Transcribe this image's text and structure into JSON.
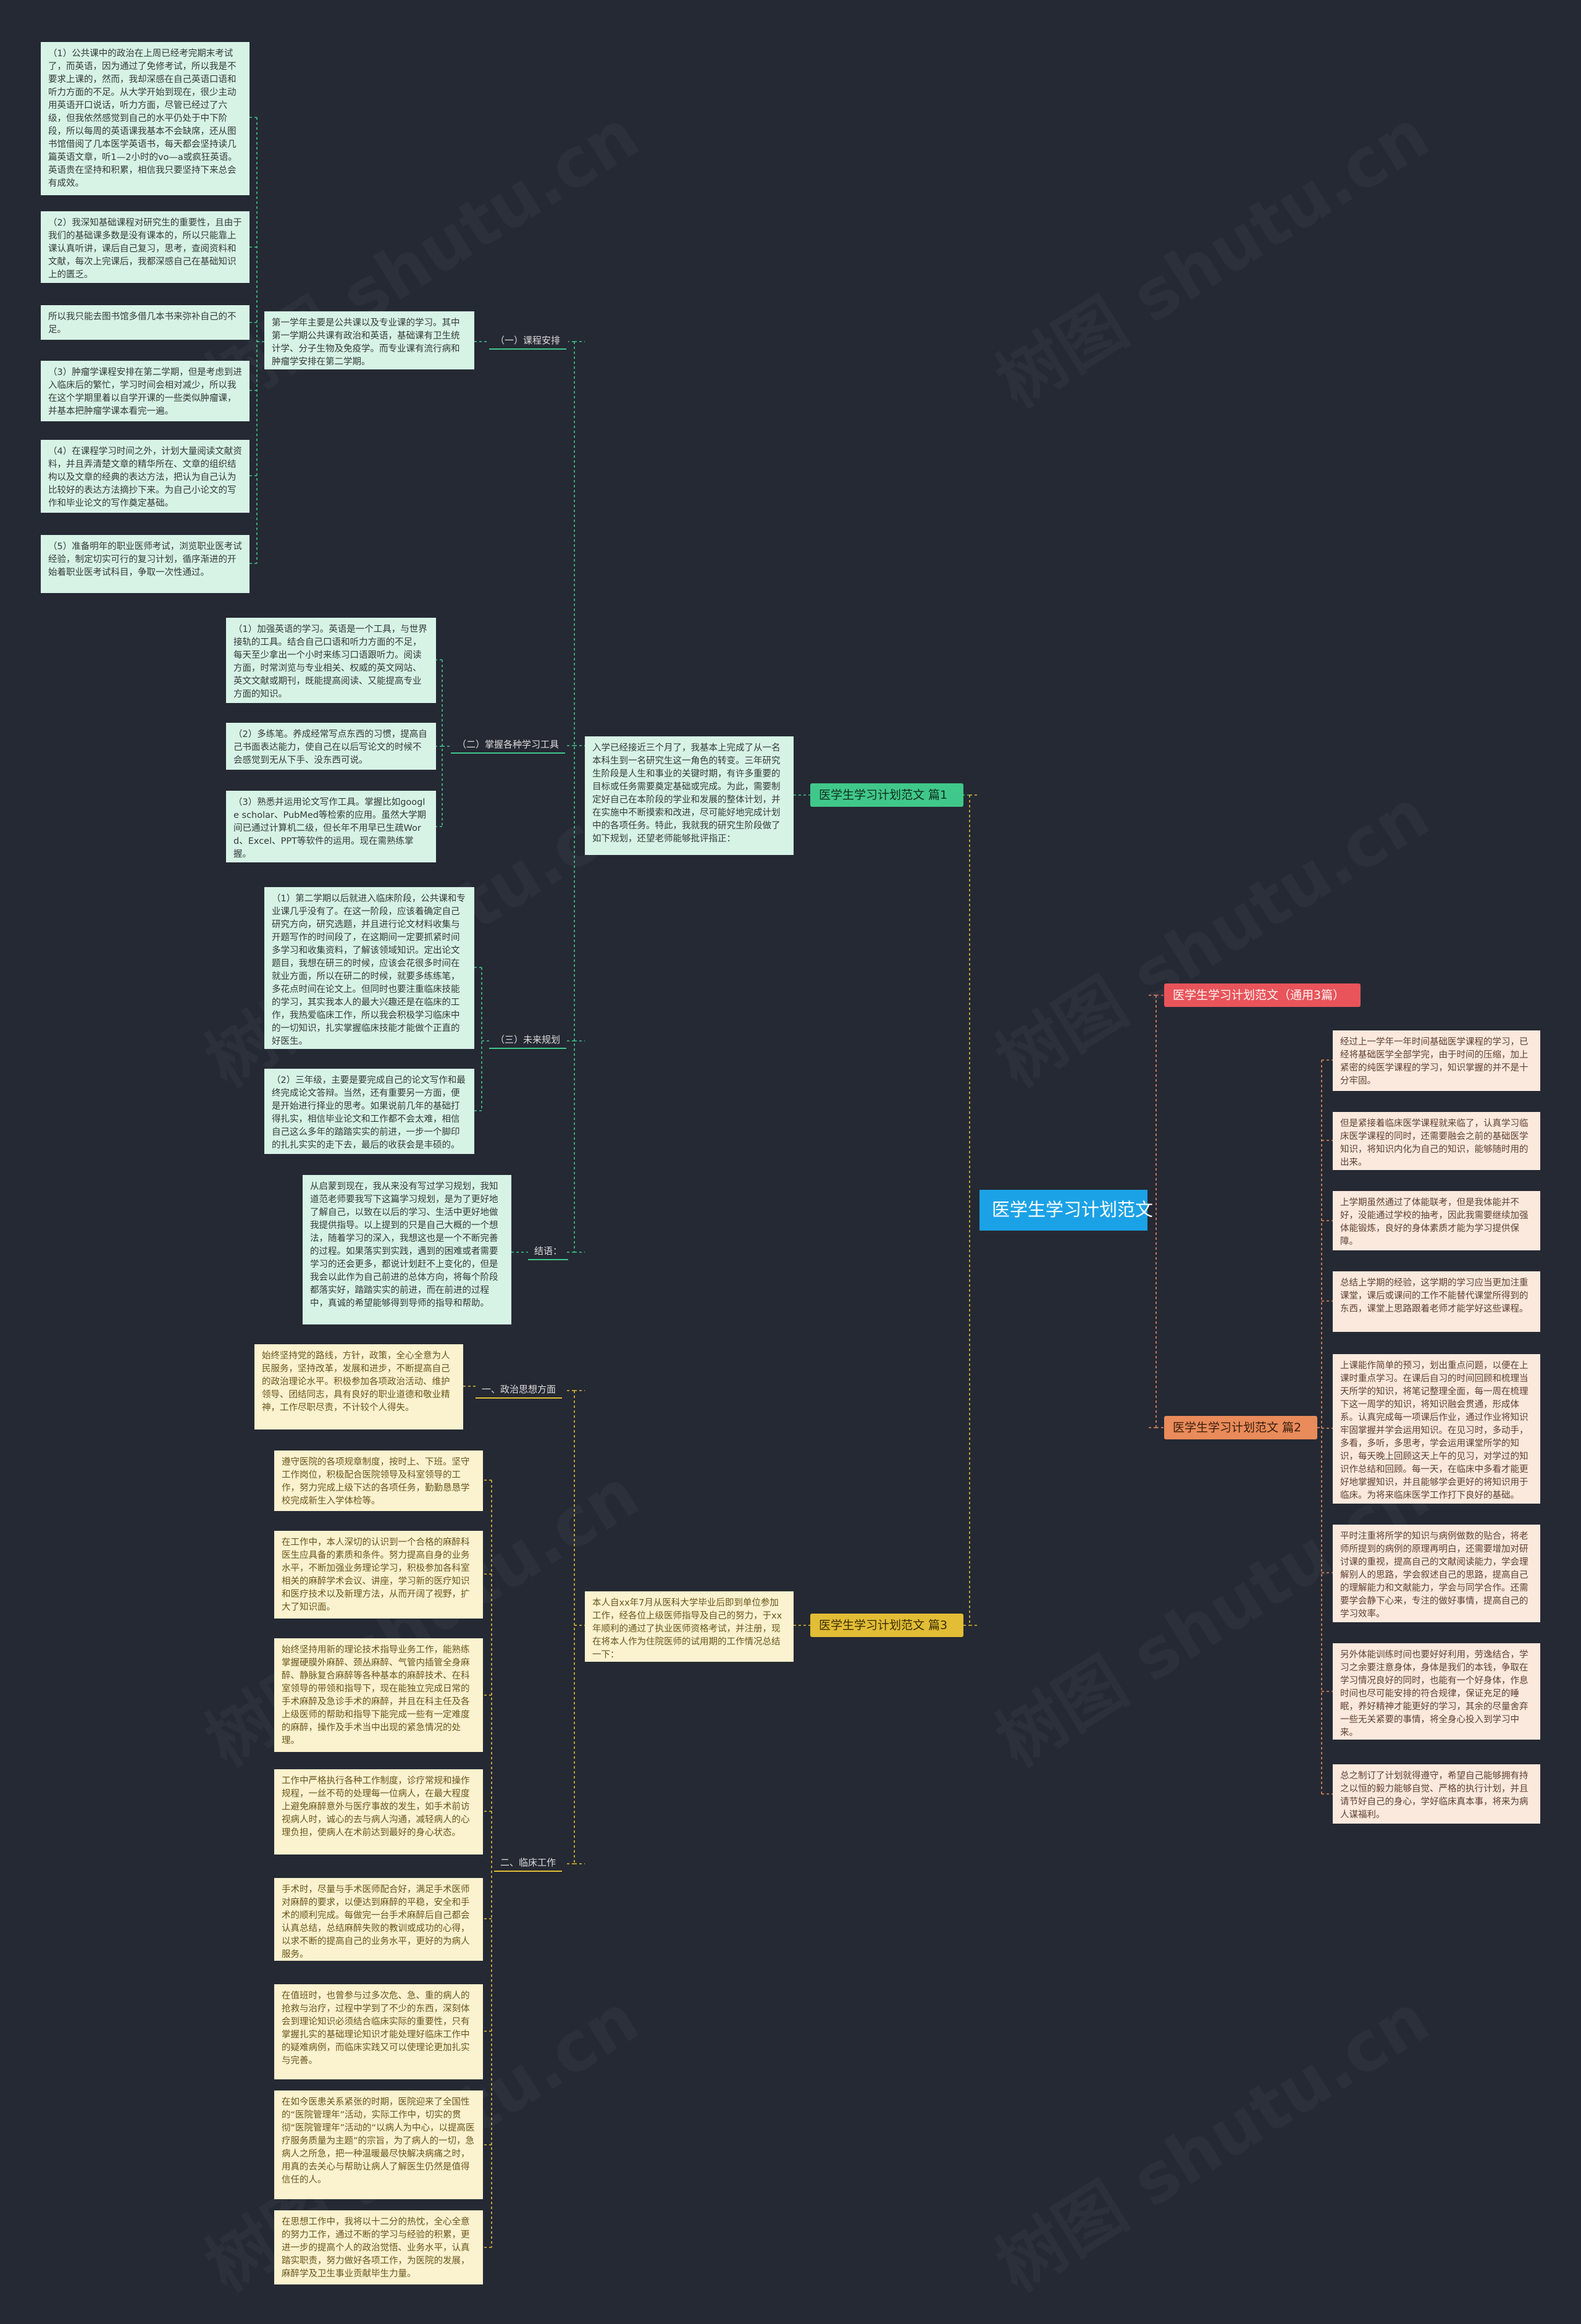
{
  "root": "医学生学习计划范文",
  "colors": {
    "background": "#252933",
    "root": "#1ba2e6",
    "green": "#40c88a",
    "orange": "#e98b5a",
    "red": "#e8545a",
    "yellow": "#e2bd35"
  },
  "watermark": "树图 shutu.cn",
  "branches": {
    "intro": {
      "title": "医学生学习计划范文（通用3篇）"
    },
    "p1": {
      "title": "医学生学习计划范文 篇1",
      "summary": "入学已经接近三个月了，我基本上完成了从一名本科生到一名研究生这一角色的转变。三年研究生阶段是人生和事业的关键时期，有许多重要的目标或任务需要奠定基础或完成。为此，需要制定好自己在本阶段的学业和发展的整体计划，并在实施中不断摸索和改进，尽可能好地完成计划中的各项任务。特此，我就我的研究生阶段做了如下规划，还望老师能够批评指正：",
      "sub1": {
        "label": "（一）课程安排",
        "desc": "第一学年主要是公共课以及专业课的学习。其中第一学期公共课有政治和英语，基础课有卫生统计学、分子生物及免疫学。而专业课有流行病和肿瘤学安排在第二学期。",
        "items": [
          "（1）公共课中的政治在上周已经考完期末考试了，而英语，因为通过了免修考试，所以我是不要求上课的，然而，我却深感在自己英语口语和听力方面的不足。从大学开始到现在，很少主动用英语开口说话，听力方面，尽管已经过了六级，但我依然感觉到自己的水平仍处于中下阶段，所以每周的英语课我基本不会缺席，还从图书馆借阅了几本医学英语书，每天都会坚持读几篇英语文章，听1—2小时的vo—a或疯狂英语。英语贵在坚持和积累，相信我只要坚持下来总会有成效。",
          "（2）我深知基础课程对研究生的重要性，且由于我们的基础课多数是没有课本的，所以只能靠上课认真听讲，课后自己复习，思考，查阅资料和文献，每次上完课后，我都深感自己在基础知识上的匮乏。",
          "所以我只能去图书馆多借几本书来弥补自己的不足。",
          "（3）肿瘤学课程安排在第二学期，但是考虑到进入临床后的繁忙，学习时间会相对减少，所以我在这个学期里着以自学开课的一些类似肿瘤课，并基本把肿瘤学课本看完一遍。",
          "（4）在课程学习时间之外，计划大量阅读文献资料，并且弄清楚文章的精华所在、文章的组织结构以及文章的经典的表达方法，把认为自己认为比较好的表达方法摘抄下来。为自己小论文的写作和毕业论文的写作奠定基础。",
          "（5）准备明年的职业医师考试，浏览职业医考试经验，制定切实可行的复习计划，循序渐进的开始着职业医考试科目，争取一次性通过。"
        ]
      },
      "sub2": {
        "label": "（二）掌握各种学习工具",
        "items": [
          "（1）加强英语的学习。英语是一个工具，与世界接轨的工具。结合自己口语和听力方面的不足，每天至少拿出一个小时来练习口语跟听力。阅读方面，时常浏览与专业相关、权威的英文网站、英文文献或期刊，既能提高阅读、又能提高专业方面的知识。",
          "（2）多练笔。养成经常写点东西的习惯，提高自己书面表达能力，使自己在以后写论文的时候不会感觉到无从下手、没东西可说。",
          "（3）熟悉并运用论文写作工具。掌握比如google scholar、PubMed等检索的应用。虽然大学期间已通过计算机二级，但长年不用早已生疏Word、Excel、PPT等软件的运用。现在需熟练掌握。"
        ]
      },
      "sub3": {
        "label": "（三）未来规划",
        "items": [
          "（1）第二学期以后就进入临床阶段，公共课和专业课几乎没有了。在这一阶段，应该着确定自己研究方向，研究选题，并且进行论文材料收集与开题写作的时间段了，在这期间一定要抓紧时间多学习和收集资料，了解该领域知识。定出论文题目，我想在研三的时候，应该会花很多时间在就业方面，所以在研二的时候，就要多练练笔，多花点时间在论文上。但同时也要注重临床技能的学习，其实我本人的最大兴趣还是在临床的工作，我热爱临床工作，所以我会积极学习临床中的一切知识，扎实掌握临床技能才能做个正直的好医生。",
          "（2）三年级，主要是要完成自己的论文写作和最终完成论文答辩。当然，还有重要另一方面，便是开始进行择业的思考。如果说前几年的基础打得扎实，相信毕业论文和工作都不会太难，相信自己这么多年的踏踏实实的前进，一步一个脚印的扎扎实实的走下去，最后的收获会是丰硕的。"
        ]
      },
      "sub4": {
        "label": "结语：",
        "desc": "从启蒙到现在，我从来没有写过学习规划，我知道范老师要我写下这篇学习规划，是为了更好地了解自己，以致在以后的学习、生活中更好地做我提供指导。以上提到的只是自己大概的一个想法，随着学习的深入，我想这也是一个不断完善的过程。如果落实到实践，遇到的困难或者需要学习的还会更多，都说计划赶不上变化的，但是我会以此作为自己前进的总体方向，将每个阶段都落实好，踏踏实实的前进，而在前进的过程中，真诚的希望能够得到导师的指导和帮助。"
      }
    },
    "p2": {
      "title": "医学生学习计划范文 篇2",
      "items": [
        "经过上一学年一年时间基础医学课程的学习，已经将基础医学全部学完，由于时间的压缩，加上紧密的纯医学课程的学习，知识掌握的并不是十分牢固。",
        "但是紧接着临床医学课程就来临了，认真学习临床医学课程的同时，还需要融会之前的基础医学知识，将知识内化为自己的知识，能够随时用的出来。",
        "上学期虽然通过了体能联考，但是我体能并不好，没能通过学校的抽考，因此我需要继续加强体能锻炼，良好的身体素质才能为学习提供保障。",
        "总结上学期的经验，这学期的学习应当更加注重课堂，课后或课间的工作不能替代课堂所得到的东西，课堂上思路跟着老师才能学好这些课程。",
        "上课能作简单的预习，划出重点问题，以便在上课时重点学习。在课后自习的时间回顾和梳理当天所学的知识，将笔记整理全面，每一周在梳理下这一周学的知识，将知识融会贯通，形成体系。认真完成每一项课后作业，通过作业将知识牢固掌握并学会运用知识。在见习时，多动手，多看，多听，多思考，学会运用课堂所学的知识，每天晚上回顾这天上午的见习，对学过的知识作总结和回顾。每一天，在临床中多看才能更好地掌握知识，并且能够学会更好的将知识用于临床。为将来临床医学工作打下良好的基础。",
        "平时注重将所学的知识与病例做数的贴合，将老师所提到的病例的原理再明白，还需要增加对研讨课的重视，提高自己的文献阅读能力，学会理解别人的思路，学会叙述自己的思路，提高自己的理解能力和文献能力，学会与同学合作。还需要学会静下心来，专注的做好事情，提高自己的学习效率。",
        "另外体能训练时间也要好好利用，劳逸结合，学习之余要注意身体，身体是我们的本钱，争取在学习情况良好的同时，也能有一个好身体，作息时间也尽可能安排的符合规律，保证充足的睡眠，养好精神才能更好的学习，其余的尽量舍弃一些无关紧要的事情，将全身心投入到学习中来。",
        "总之制订了计划就得遵守，希望自己能够拥有持之以恒的毅力能够自觉、严格的执行计划，并且请节好自己的身心，学好临床真本事，将来为病人谋福利。"
      ]
    },
    "p3": {
      "title": "医学生学习计划范文 篇3",
      "summary": "本人自xx年7月从医科大学毕业后即到单位参加工作，经各位上级医师指导及自己的努力，于xx年顺利的通过了执业医师资格考试，并注册，现在将本人作为住院医师的试用期的工作情况总结一下：",
      "sub1": {
        "label": "一、政治思想方面",
        "desc": "始终坚持党的路线，方针，政策，全心全意为人民服务，坚持改革，发展和进步，不断提高自己的政治理论水平。积极参加各项政治活动、维护领导、团结同志，具有良好的职业道德和敬业精神，工作尽职尽责，不计较个人得失。"
      },
      "sub2": {
        "label": "二、临床工作",
        "items": [
          "遵守医院的各项规章制度，按时上、下班。坚守工作岗位，积极配合医院领导及科室领导的工作，努力完成上级下达的各项任务，勤勤恳恳学校完成新生入学体检等。",
          "在工作中，本人深切的认识到一个合格的麻醉科医生应具备的素质和条件。努力提高自身的业务水平，不断加强业务理论学习，积极参加各科室相关的麻醉学术会议、讲座，学习新的医疗知识和医疗技术以及新理方法，从而开阔了视野，扩大了知识面。",
          "始终坚持用新的理论技术指导业务工作，能熟练掌握硬膜外麻醉、颈丛麻醉、气管内插管全身麻醉、静脉复合麻醉等各种基本的麻醉技术、在科室领导的带领和指导下，现在能独立完成日常的手术麻醉及急诊手术的麻醉，并且在科主任及各上级医师的帮助和指导下能完成一些有一定难度的麻醉，操作及手术当中出现的紧急情况的处理。",
          "工作中严格执行各种工作制度，诊疗常规和操作规程，一丝不苟的处理每一位病人，在最大程度上避免麻醉意外与医疗事故的发生，如手术前访视病人时，诚心的去与病人沟通，减轻病人的心理负担，使病人在术前达到最好的身心状态。",
          "手术时，尽量与手术医师配合好，满足手术医师对麻醉的要求，以便达到麻醉的平稳，安全和手术的顺利完成。每做完一台手术麻醉后自己都会认真总结，总结麻醉失败的教训或成功的心得，以求不断的提高自己的业务水平，更好的为病人服务。",
          "在值班时，也曾参与过多次危、急、重的病人的抢救与治疗，过程中学到了不少的东西，深刻体会到理论知识必须结合临床实际的重要性，只有掌握扎实的基础理论知识才能处理好临床工作中的疑难病例，而临床实践又可以使理论更加扎实与完善。",
          "在如今医患关系紧张的时期，医院迎来了全国性的“医院管理年”活动，实际工作中，切实的贯彻“医院管理年”活动的“以病人为中心，以提高医疗服务质量为主题”的宗旨，为了病人的一切，急病人之所急，把一种温暖最尽快解决病痛之时，用真的去关心与帮助让病人了解医生仍然是值得信任的人。",
          "在思想工作中，我将以十二分的热忱，全心全意的努力工作，通过不断的学习与经验的积累，更进一步的提高个人的政治觉悟、业务水平，认真踏实职责，努力做好各项工作，为医院的发展，麻醉学及卫生事业贡献毕生力量。"
        ]
      }
    }
  }
}
